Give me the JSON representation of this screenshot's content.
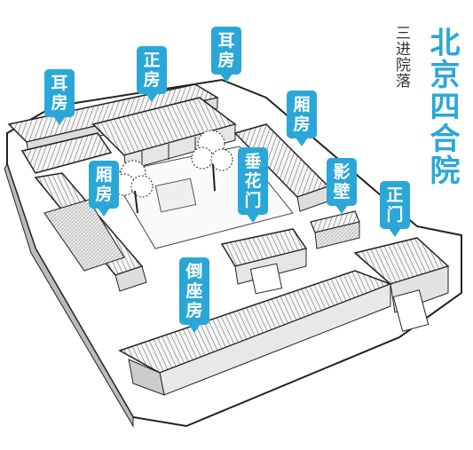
{
  "title": "北京四合院",
  "subtitle": "三进院落",
  "labels": {
    "erfang_left": "耳房",
    "zhengfang": "正房",
    "erfang_right": "耳房",
    "xiangfang_right": "厢房",
    "xiangfang_left": "厢房",
    "chuihuamen": "垂花门",
    "yingbi": "影壁",
    "zhengmen": "正门",
    "daozuofang": "倒座房"
  },
  "colors": {
    "accent": "#2aa7d8",
    "line": "#222222",
    "roof": "#f4f4f4"
  }
}
